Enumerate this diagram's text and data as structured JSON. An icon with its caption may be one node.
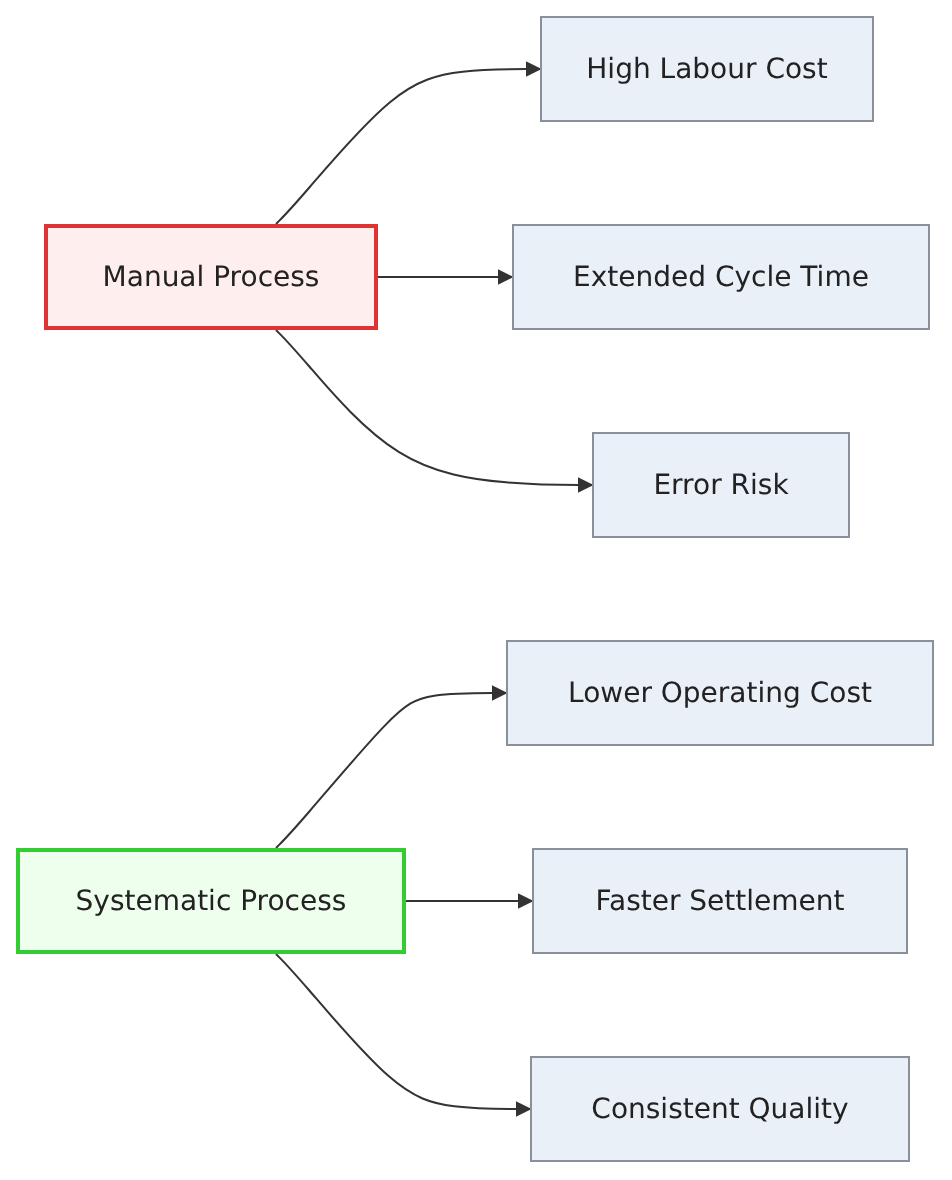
{
  "diagram": {
    "nodes": [
      {
        "text": [
          "Manual Process"
        ]
      },
      {
        "text": [
          "High Labour Cost"
        ]
      },
      {
        "text": [
          "Extended Cycle Time"
        ]
      },
      {
        "text": [
          "Error Risk"
        ]
      },
      {
        "text": [
          "Systematic Process"
        ]
      },
      {
        "text": [
          "Lower Operating Cost"
        ]
      },
      {
        "text": [
          "Faster Settlement"
        ]
      },
      {
        "text": [
          "Consistent Quality"
        ]
      }
    ],
    "edges": [
      {
        "from": 0,
        "to": 1,
        "arrow": "to"
      },
      {
        "from": 0,
        "to": 2,
        "arrow": "to"
      },
      {
        "from": 0,
        "to": 3,
        "arrow": "to"
      },
      {
        "from": 4,
        "to": 5,
        "arrow": "to"
      },
      {
        "from": 4,
        "to": 6,
        "arrow": "to"
      },
      {
        "from": 4,
        "to": 7,
        "arrow": "to"
      }
    ]
  }
}
